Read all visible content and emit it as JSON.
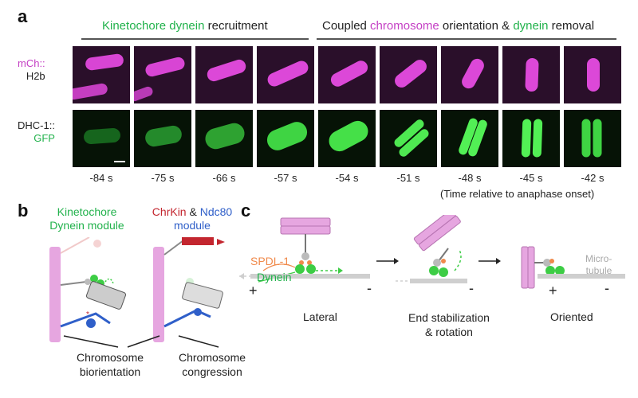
{
  "panel_a": {
    "letter": "a",
    "header_left": {
      "part1": "Kinetochore dynein",
      "part2": " recruitment"
    },
    "header_right": {
      "part1": "Coupled ",
      "part2": "chromosome",
      "part3": " orientation & ",
      "part4": "dynein",
      "part5": " removal"
    },
    "row1_label": {
      "line1": "mCh::",
      "line2": "H2b"
    },
    "row2_label": {
      "line1": "DHC-1::",
      "line2": "GFP"
    },
    "times": [
      "-84 s",
      "-75 s",
      "-66 s",
      "-57 s",
      "-54 s",
      "-51 s",
      "-48 s",
      "-45 s",
      "-42 s"
    ],
    "time_caption": "(Time relative to anaphase onset)"
  },
  "panel_b": {
    "letter": "b",
    "left_title": {
      "line1": "Kinetochore",
      "line2": "Dynein module"
    },
    "right_title": {
      "part1": "ChrKin",
      "part2": " & ",
      "part3": "Ndc80",
      "line2": "module"
    },
    "bottom_left": {
      "line1": "Chromosome",
      "line2": "biorientation"
    },
    "bottom_right": {
      "line1": "Chromosome",
      "line2": "congression"
    }
  },
  "panel_c": {
    "letter": "c",
    "spdl": "SPDL-1",
    "dynein": "Dynein",
    "microtubule": {
      "line1": "Micro-",
      "line2": "tubule"
    },
    "plus": "+",
    "minus": "-",
    "lateral": "Lateral",
    "end_stab": {
      "line1": "End stabilization",
      "line2": "& rotation"
    },
    "oriented": "Oriented"
  },
  "colors": {
    "green": "#22b24c",
    "magenta": "#c43fc4",
    "red": "#c3262f",
    "blue": "#2f5fc9",
    "orange": "#f08a4b",
    "chromosome": "#e6a6e0"
  }
}
